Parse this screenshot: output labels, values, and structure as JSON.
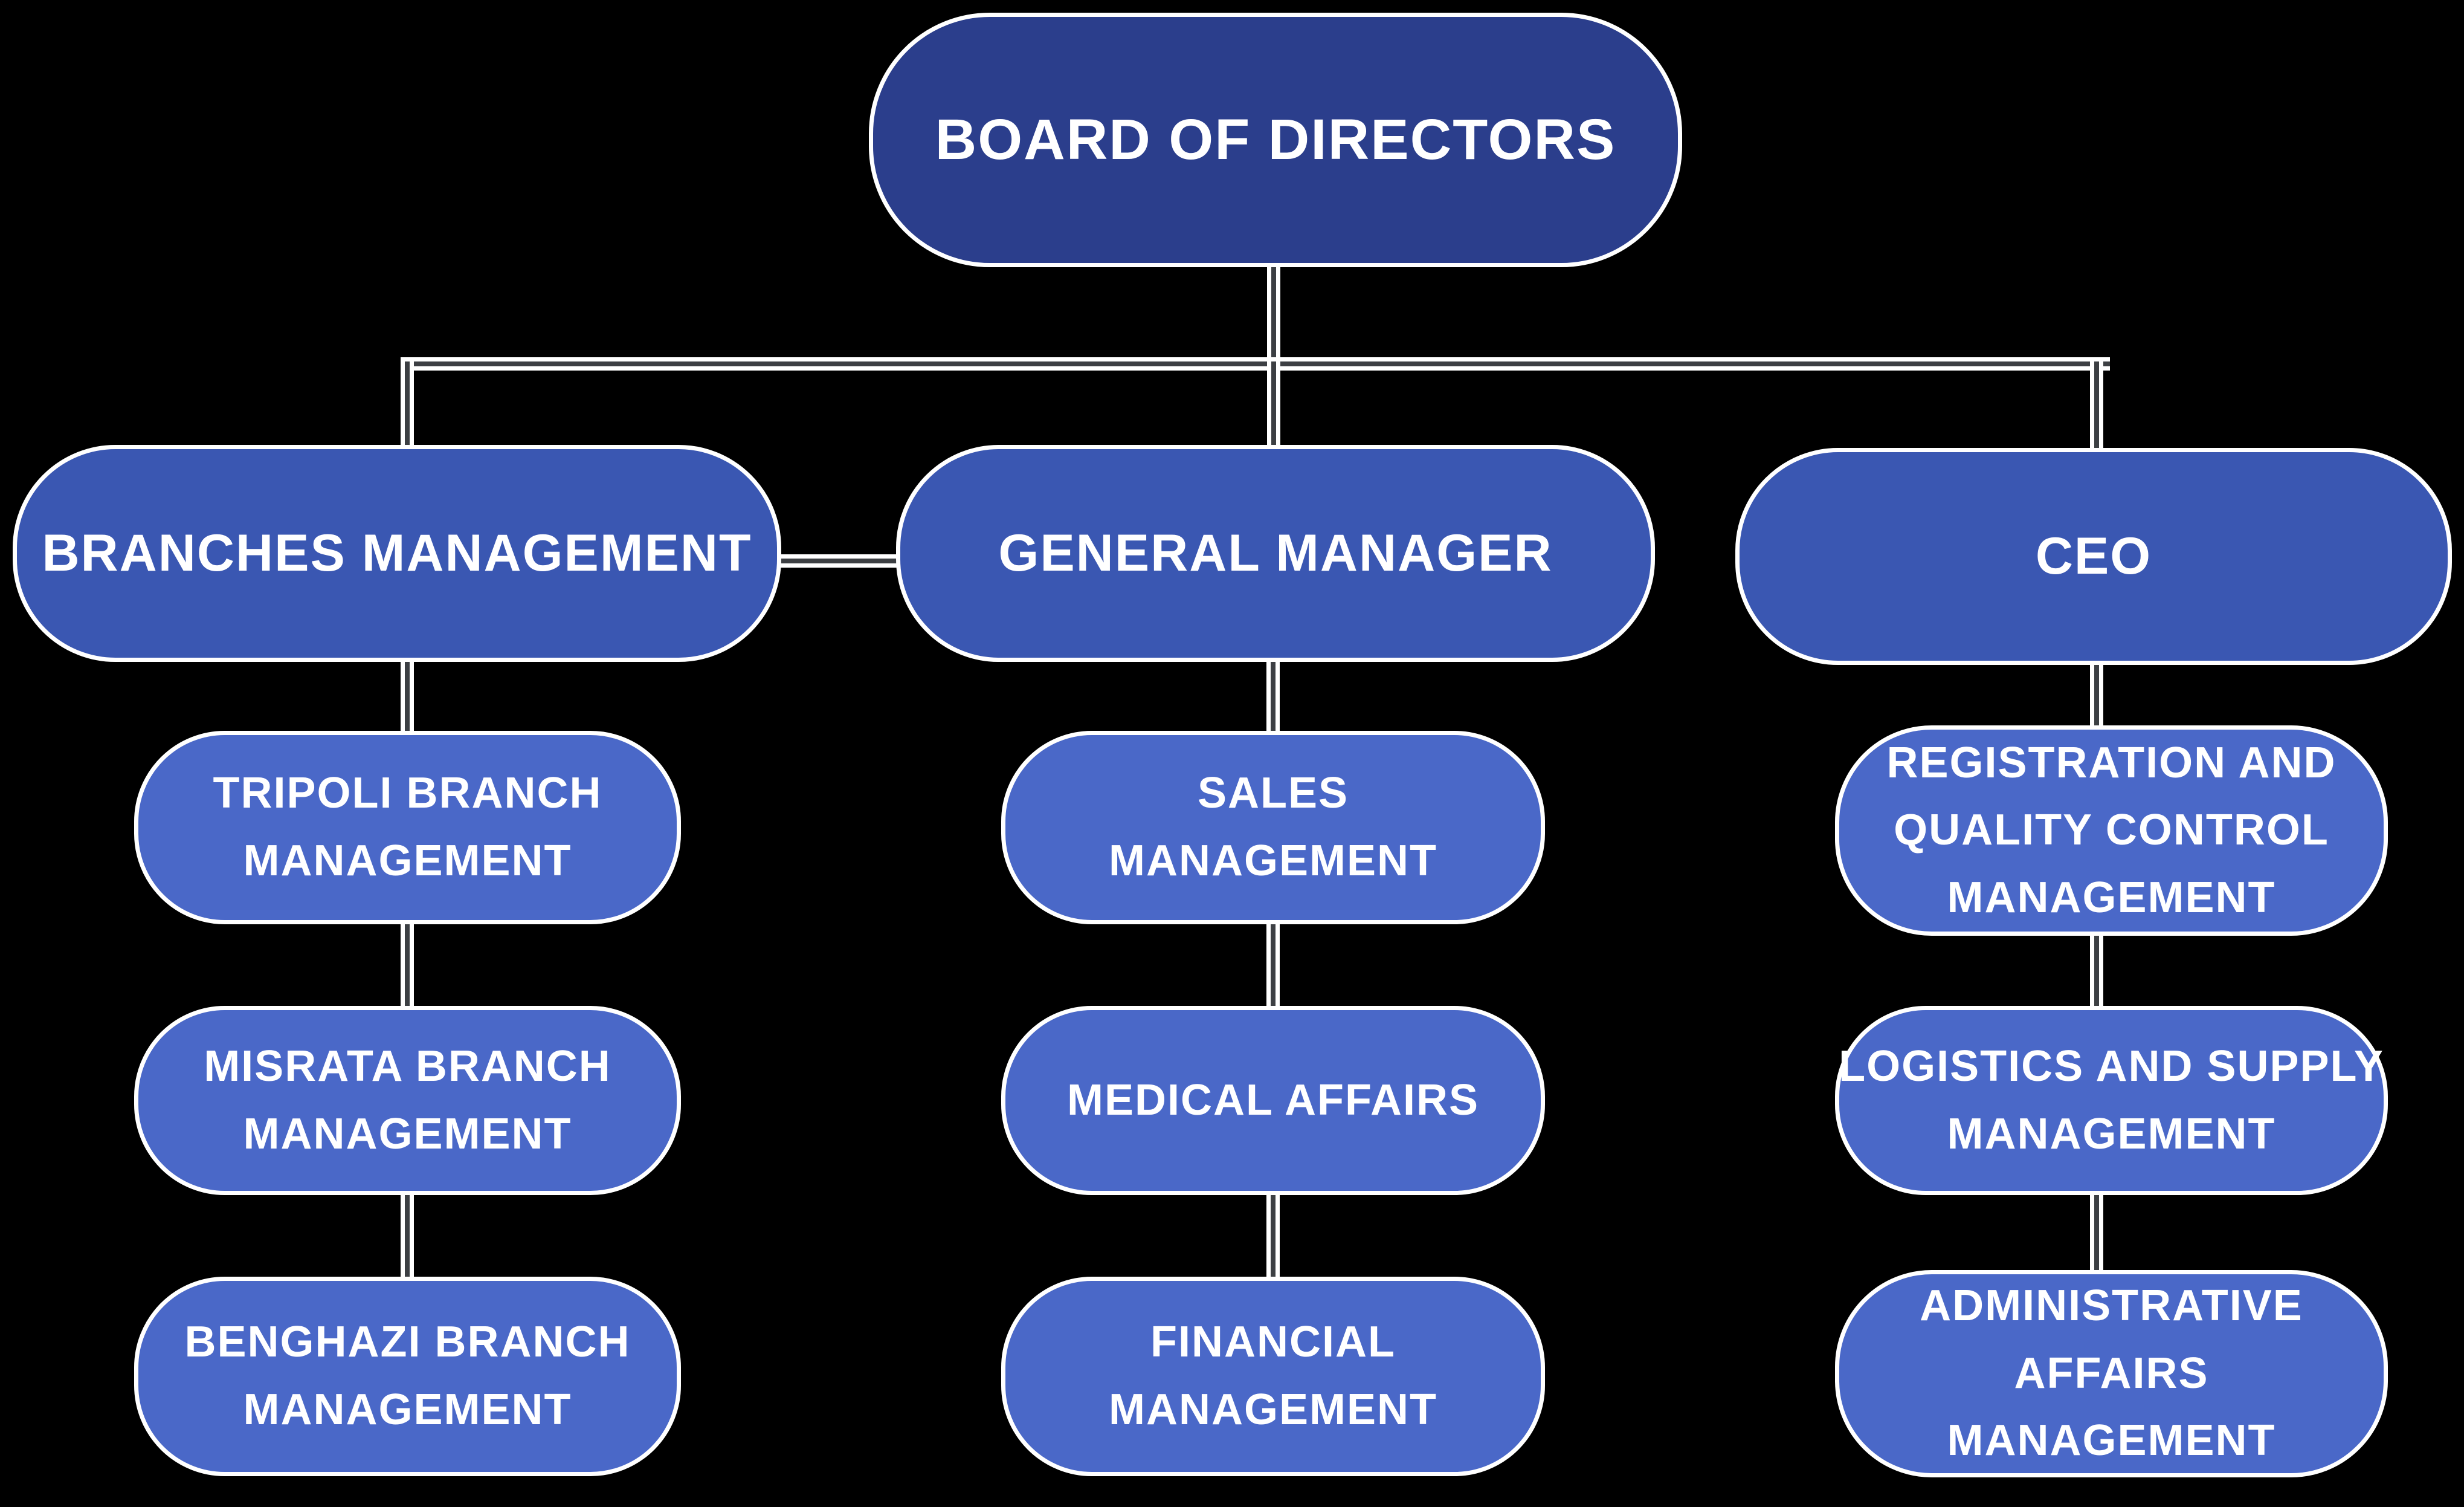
{
  "diagram": {
    "type": "organizational-chart",
    "background": "#000000"
  },
  "colors": {
    "level1": "#2b3e8c",
    "level2": "#3a57b2",
    "level3": "#4a68c8",
    "connector": "#3c3f43",
    "outline": "#ffffff",
    "text": "#ffffff"
  },
  "nodes": {
    "board": {
      "label": "BOARD OF DIRECTORS",
      "level": 1
    },
    "branches": {
      "label": "BRANCHES MANAGEMENT",
      "level": 2,
      "parent": "board"
    },
    "general": {
      "label": "GENERAL MANAGER",
      "level": 2,
      "parent": "board"
    },
    "ceo": {
      "label": "CEO",
      "level": 2,
      "parent": "board"
    },
    "tripoli": {
      "label": "TRIPOLI BRANCH\nMANAGEMENT",
      "level": 3,
      "parent": "branches"
    },
    "misrata": {
      "label": "MISRATA BRANCH\nMANAGEMENT",
      "level": 3,
      "parent": "tripoli"
    },
    "benghazi": {
      "label": "BENGHAZI BRANCH\nMANAGEMENT",
      "level": 3,
      "parent": "misrata"
    },
    "sales": {
      "label": "SALES\nMANAGEMENT",
      "level": 3,
      "parent": "general"
    },
    "medical": {
      "label": "MEDICAL AFFAIRS",
      "level": 3,
      "parent": "sales"
    },
    "financial": {
      "label": "FINANCIAL\nMANAGEMENT",
      "level": 3,
      "parent": "medical"
    },
    "registration": {
      "label": "REGISTRATION AND\nQUALITY CONTROL\nMANAGEMENT",
      "level": 3,
      "parent": "ceo"
    },
    "logistics": {
      "label": "LOGISTICS AND SUPPLY\nMANAGEMENT",
      "level": 3,
      "parent": "registration"
    },
    "administrative": {
      "label": "ADMINISTRATIVE\nAFFAIRS\nMANAGEMENT",
      "level": 3,
      "parent": "logistics"
    }
  }
}
